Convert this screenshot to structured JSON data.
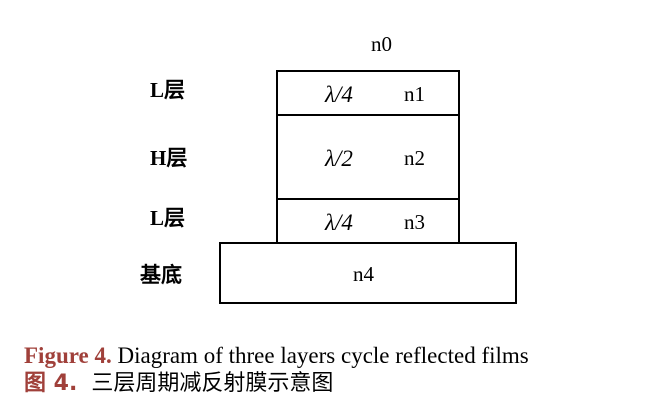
{
  "diagram": {
    "top_medium": "n0",
    "layers": [
      {
        "side_label": "L层",
        "thickness": "λ/4",
        "index": "n1"
      },
      {
        "side_label": "H层",
        "thickness": "λ/2",
        "index": "n2"
      },
      {
        "side_label": "L层",
        "thickness": "λ/4",
        "index": "n3"
      }
    ],
    "substrate": {
      "side_label": "基底",
      "index": "n4"
    }
  },
  "caption": {
    "en_prefix": "Figure 4.",
    "en_text": " Diagram of three layers cycle reflected films",
    "zh_prefix": "图 4.",
    "zh_text": "  三层周期减反射膜示意图"
  },
  "colors": {
    "caption_prefix": "#a0403a",
    "lines": "#000000"
  }
}
